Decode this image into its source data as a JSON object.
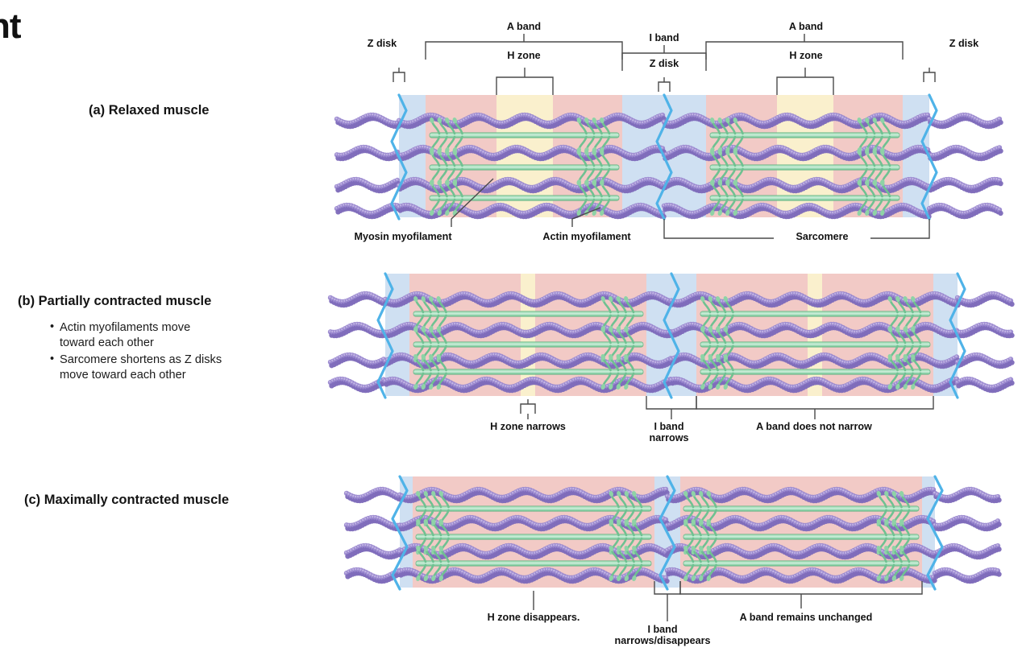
{
  "figure": {
    "title_fragment": "nt",
    "type": "sliding-filament-model-diagram",
    "background": "#ffffff"
  },
  "colors": {
    "i_band": "#cfe0f2",
    "a_band": "#f2cac6",
    "h_zone": "#faf0cd",
    "z_disk": "#4fb3e8",
    "myosin": "#8f7fc4",
    "actin": "#79c99a",
    "leader": "#4a4a4a",
    "text": "#121212"
  },
  "panels": [
    {
      "id": "a",
      "heading": "(a) Relaxed muscle",
      "bullets": [],
      "top_labels": [
        {
          "text": "Z disk",
          "kind": "bracket-small"
        },
        {
          "text": "A  band",
          "kind": "bracket-wide"
        },
        {
          "text": "H zone",
          "kind": "bracket-wide"
        },
        {
          "text": "I band",
          "kind": "bracket-wide"
        },
        {
          "text": "Z disk",
          "kind": "bracket-small"
        },
        {
          "text": "A  band",
          "kind": "bracket-wide"
        },
        {
          "text": "H zone",
          "kind": "bracket-wide"
        },
        {
          "text": "Z disk",
          "kind": "bracket-small"
        }
      ],
      "bottom_labels": [
        {
          "text": "Myosin myofilament",
          "kind": "leader"
        },
        {
          "text": "Actin myofilament",
          "kind": "leader"
        },
        {
          "text": "Sarcomere",
          "kind": "bracket-span"
        }
      ]
    },
    {
      "id": "b",
      "heading": "(b) Partially contracted muscle",
      "bullets": [
        "Actin myofilaments move toward each other",
        "Sarcomere shortens as Z disks move toward each other"
      ],
      "top_labels": [],
      "bottom_labels": [
        {
          "text": "H zone narrows",
          "kind": "bracket-small"
        },
        {
          "text": "I band narrows",
          "kind": "bracket-small"
        },
        {
          "text": "A band does not narrow",
          "kind": "bracket-span"
        }
      ]
    },
    {
      "id": "c",
      "heading": "(c) Maximally contracted muscle",
      "bullets": [],
      "top_labels": [],
      "bottom_labels": [
        {
          "text": "H zone disappears.",
          "kind": "leader"
        },
        {
          "text": "I band narrows/disappears",
          "kind": "bracket-small"
        },
        {
          "text": "A band remains unchanged",
          "kind": "bracket-span"
        }
      ]
    }
  ],
  "labels": {
    "z_disk": "Z disk",
    "a_band": "A  band",
    "h_zone": "H zone",
    "i_band": "I band",
    "myosin_myofilament": "Myosin myofilament",
    "actin_myofilament": "Actin myofilament",
    "sarcomere": "Sarcomere",
    "h_zone_narrows": "H zone narrows",
    "i_band_narrows_l1": "I band",
    "i_band_narrows_l2": "narrows",
    "a_band_does_not_narrow": "A band does not narrow",
    "h_zone_disappears": "H zone disappears.",
    "i_band_disappears_l1": "I band",
    "i_band_disappears_l2": "narrows/disappears",
    "a_band_remains_unchanged": "A band remains unchanged"
  },
  "headings": {
    "a": "(a) Relaxed muscle",
    "b": "(b) Partially contracted muscle",
    "c": "(c) Maximally contracted muscle"
  },
  "bullets_b": {
    "b1_l1": "Actin myofilaments move",
    "b1_l2": "toward each other",
    "b2_l1": "Sarcomere shortens as Z disks",
    "b2_l2": "move toward each other"
  },
  "title": {
    "fragment": "nt"
  }
}
